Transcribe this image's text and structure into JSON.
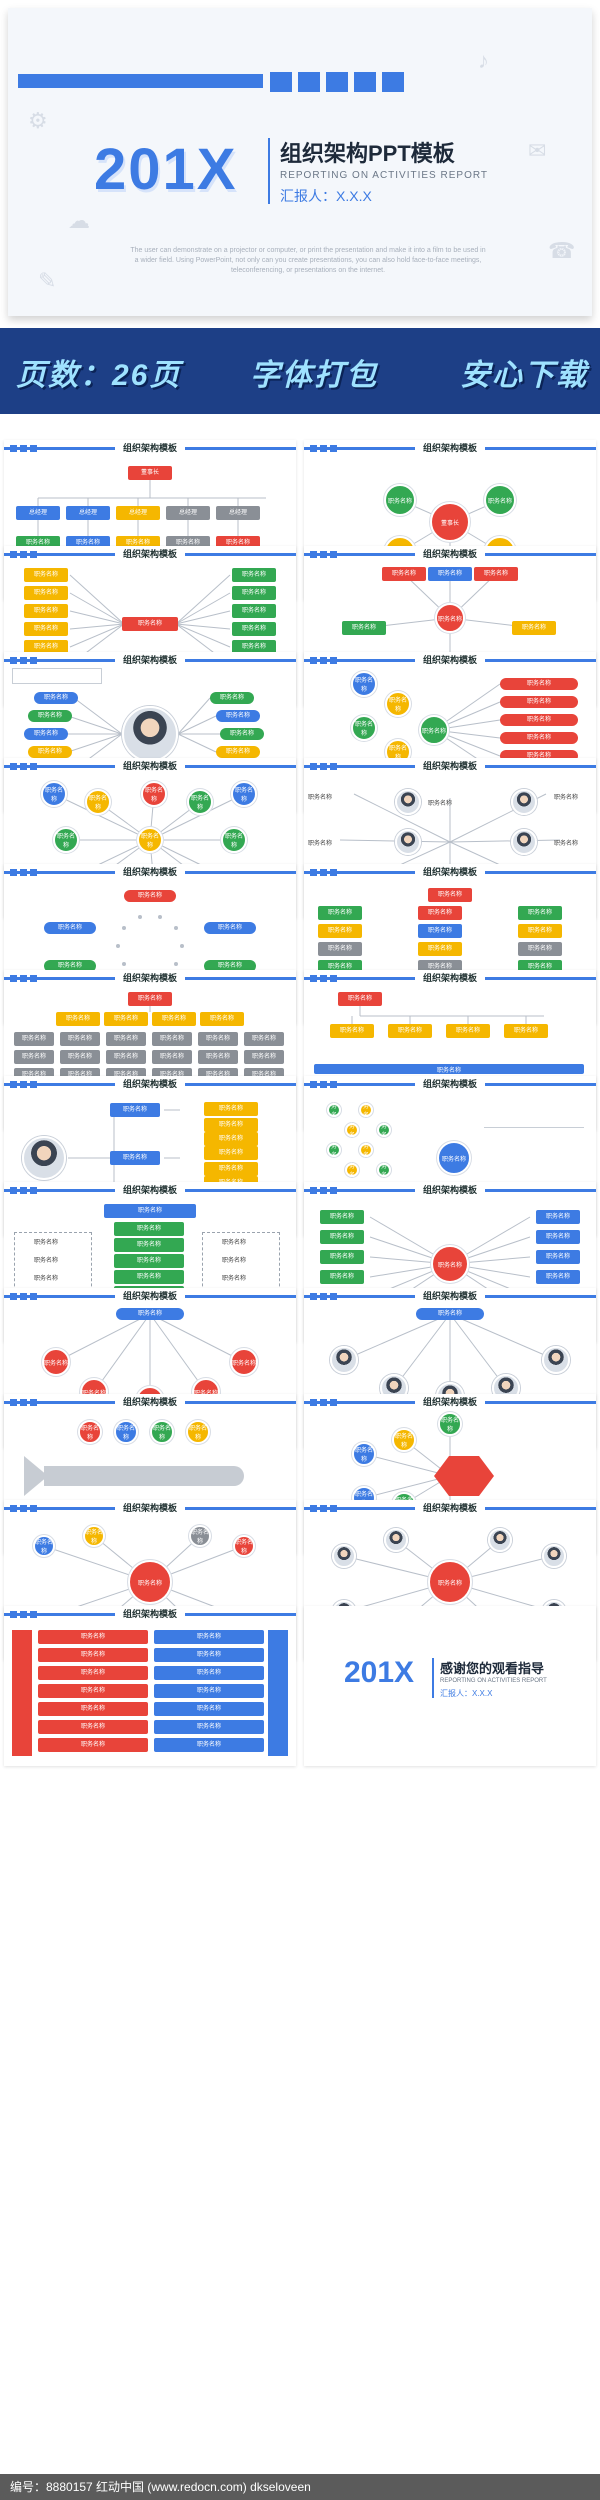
{
  "hero": {
    "year": "201X",
    "title": "组织架构PPT模板",
    "subtitle": "REPORTING ON ACTIVITIES REPORT",
    "reporter": "汇报人：X.X.X",
    "body": "The user can demonstrate on a projector or computer, or print the presentation and make it into a film to be used in a wider field. Using PowerPoint, not only can you create presentations, you can also hold face-to-face meetings, teleconferencing, or presentations on the internet."
  },
  "banner": {
    "pages": "页数：26页",
    "fonts": "字体打包",
    "download": "安心下载"
  },
  "slide_title": "组织架构模板",
  "labels": {
    "chairman": "董事长",
    "position": "职务名称",
    "general_manager": "总经理",
    "position_two_line_a": "职务",
    "position_two_line_b": "名称"
  },
  "closing": {
    "year": "201X",
    "title": "感谢您的观看指导",
    "subtitle": "REPORTING ON ACTIVITIES REPORT",
    "reporter": "汇报人：X.X.X"
  },
  "footer": {
    "text": "编号：8880157   红动中国 (www.redocn.com)   dkseloveen"
  },
  "colors": {
    "blue": "#3d7be3",
    "red": "#e8443a",
    "green": "#33a852",
    "yellow": "#f5b700",
    "gray": "#8a8f96",
    "banner": "#1d3f86"
  }
}
